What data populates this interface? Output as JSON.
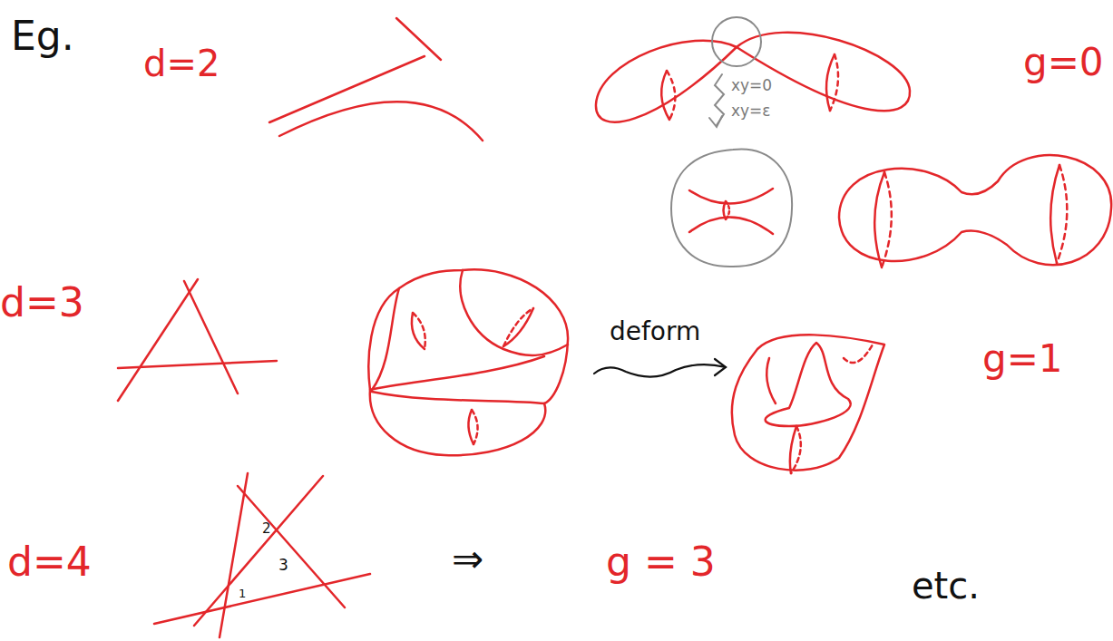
{
  "diagram": {
    "labels": [
      "Eg.",
      "d=2",
      "xy=0",
      "xy=ε",
      "g=0",
      "d=3",
      "deform",
      "g=1",
      "d=4",
      "2",
      "3",
      "1",
      "⇒",
      "g = 3",
      "etc."
    ]
  }
}
